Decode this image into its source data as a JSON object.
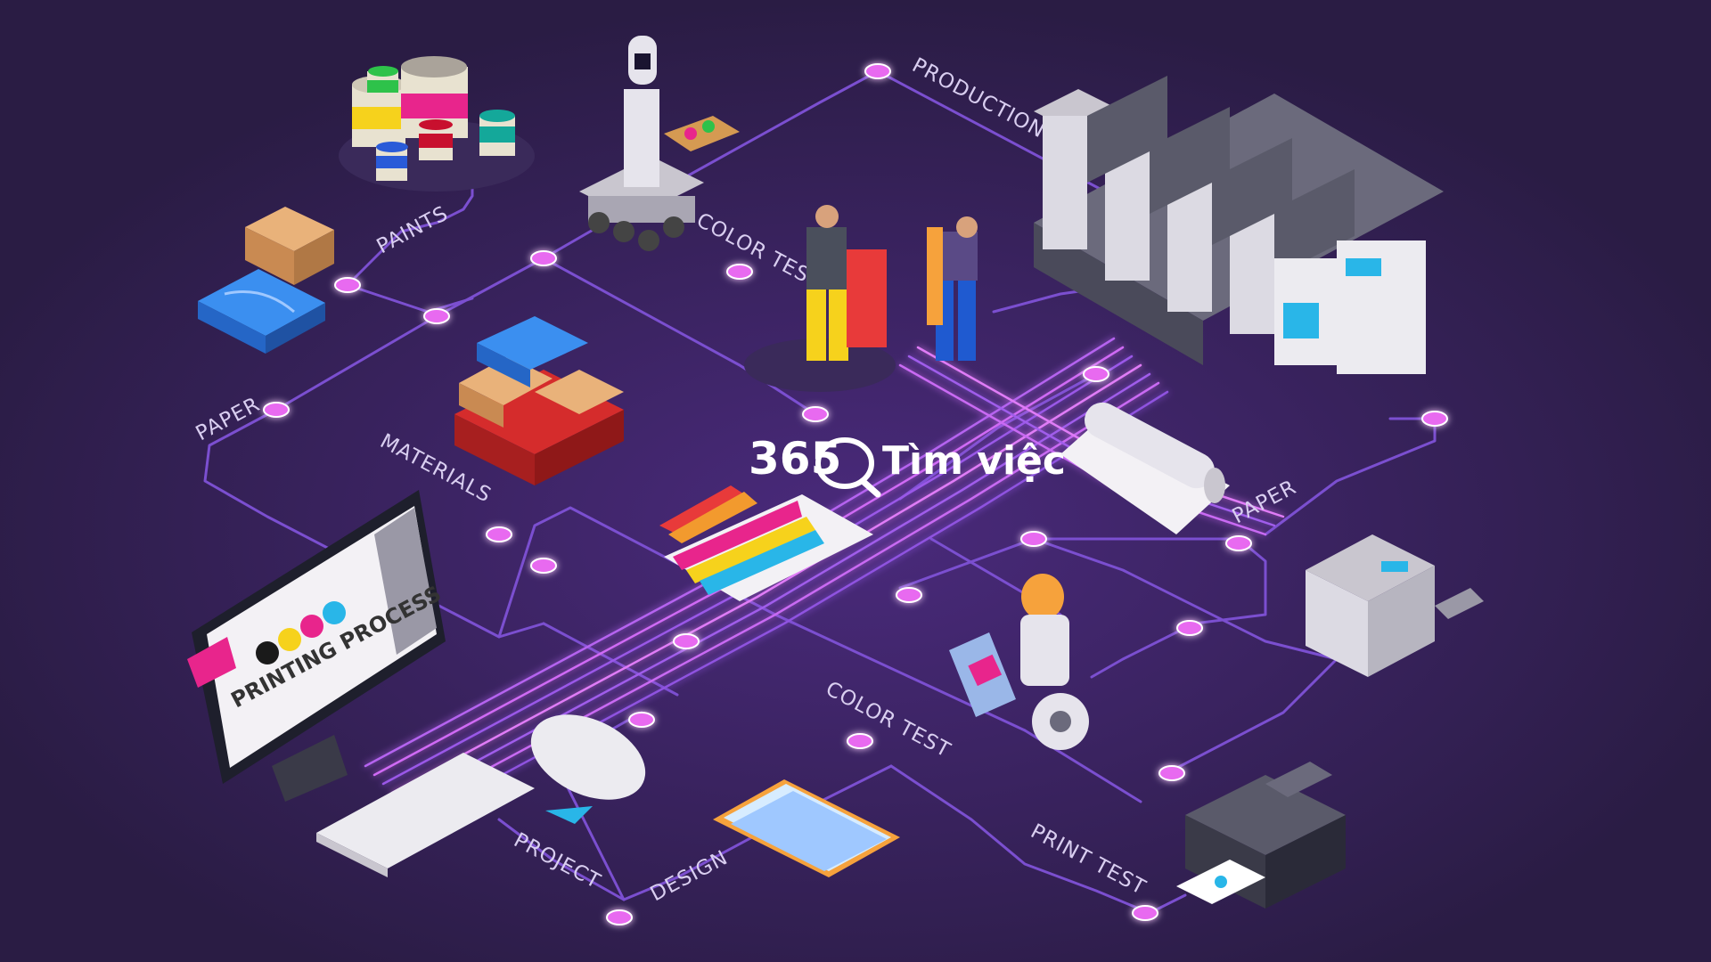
{
  "brand": {
    "number": "365",
    "name": "Tìm việc"
  },
  "labels": {
    "production": "PRODUCTION",
    "paints": "PAINTS",
    "color_test_top": "COLOR TEST",
    "paper_left": "PAPER",
    "materials": "MATERIALS",
    "paper_right": "PAPER",
    "color_test_bottom": "COLOR TEST",
    "print_test": "PRINT TEST",
    "project": "PROJECT",
    "design": "DESIGN"
  },
  "monitor": {
    "screen_text": "PRINTING PROCESS"
  },
  "colors": {
    "background": "#2a1c44",
    "flow_line": "#7b4fd0",
    "node": "#e86bf0",
    "cyan": "#29b6e8",
    "magenta": "#e8258c",
    "yellow": "#f6d21c",
    "black": "#1a1a1a"
  }
}
